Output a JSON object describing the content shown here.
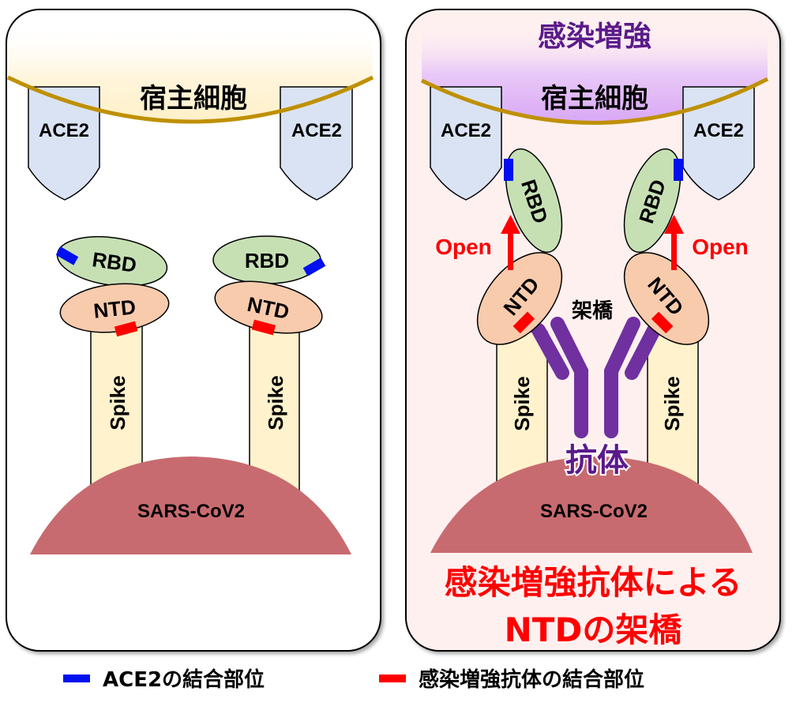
{
  "colors": {
    "ace2_site": "#0010ee",
    "antibody_site": "#ff0000",
    "rbd_fill": "#c6e0b4",
    "ntd_fill": "#f8cbad",
    "spike_fill": "#fff2cc",
    "ace2_fill": "#dae3f3",
    "virus_fill": "#c86b70",
    "membrane_line": "#bf9000",
    "antibody": "#7030a0",
    "enhance_title": "#5b1a8a",
    "open_arrow": "#ff0000",
    "right_panel_bg": "#fff0f0"
  },
  "left_panel": {
    "host_cell_label": "宿主細胞",
    "ace2_labels": [
      "ACE2",
      "ACE2"
    ],
    "rbd_labels": [
      "RBD",
      "RBD"
    ],
    "ntd_labels": [
      "NTD",
      "NTD"
    ],
    "spike_labels": [
      "Spike",
      "Spike"
    ],
    "virus_label": "SARS-CoV2"
  },
  "right_panel": {
    "title": "感染増強",
    "host_cell_label": "宿主細胞",
    "ace2_labels": [
      "ACE2",
      "ACE2"
    ],
    "rbd_labels": [
      "RBD",
      "RBD"
    ],
    "ntd_labels": [
      "NTD",
      "NTD"
    ],
    "spike_labels": [
      "Spike",
      "Spike"
    ],
    "open_labels": [
      "Open",
      "Open"
    ],
    "crosslink_label": "架橋",
    "antibody_label": "抗体",
    "virus_label": "SARS-CoV2",
    "caption_line1": "感染増強抗体による",
    "caption_line2": "NTDの架橋"
  },
  "legend": [
    {
      "label": "ACE2の結合部位",
      "color": "#0010ee"
    },
    {
      "label": "感染増強抗体の結合部位",
      "color": "#ff0000"
    }
  ]
}
